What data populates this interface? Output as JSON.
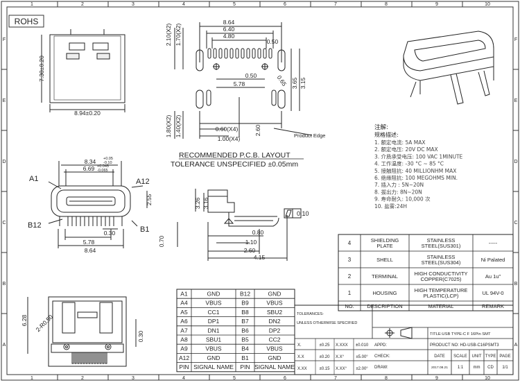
{
  "rohs_label": "ROHS",
  "zone_columns": [
    "1",
    "2",
    "3",
    "4",
    "5",
    "6",
    "7",
    "8",
    "9",
    "10"
  ],
  "zone_rows": [
    "A",
    "B",
    "C",
    "D",
    "E",
    "F"
  ],
  "dims": {
    "d_864": "8.64",
    "d_640": "6.40",
    "d_480": "4.80",
    "d_050a": "0.50",
    "d_050b": "0.50",
    "d_578a": "5.78",
    "d_210": "2.10(X2)",
    "d_170": "1.70(X2)",
    "d_065": "0.65",
    "d_365": "3.65",
    "d_315": "3.15",
    "d_180": "1.80(X2)",
    "d_140": "1.40(X2)",
    "d_060": "0.60(X4)",
    "d_100": "1.00(X4)",
    "d_260a": "2.60",
    "d_730": "7.30±0.20",
    "d_894": "8.94±0.20",
    "d_834": "8.34",
    "d_834_tol_up": "+0.05",
    "d_834_tol_dn": "-0.10",
    "d_669": "6.69",
    "d_669_tol_up": "+0.045",
    "d_669_tol_dn": "-0.065",
    "d_255": "2.55",
    "d_030a": "0.30",
    "d_578b": "5.78",
    "d_864b": "8.64",
    "d_326": "3.26",
    "d_316": "3.16",
    "d_080": "0.80",
    "d_110": "1.10",
    "d_260b": "2.60",
    "d_415": "4.15",
    "d_070": "0.70",
    "d_628": "6.28",
    "d_2R050": "2-R0.50",
    "d_030b": "0.30"
  },
  "pin_labels": {
    "a1": "A1",
    "a12": "A12",
    "b12": "B12",
    "b1": "B1"
  },
  "product_edge": "Product Edge",
  "pcb_layout_title": "RECOMMENDED  P.C.B. LAYOUT",
  "tolerance_note": "TOLERANCE  UNSPECIFIED  ±0.05mm",
  "flatness_value": "0.10",
  "notes": {
    "title": "注解:",
    "subtitle": "规格描述:",
    "items": [
      "1.  额定电流: 5A  MAX",
      "2.  额定电压: 20V  DC  MAX",
      "3.  介质承受电压: 100  VAC  1MINUTE",
      "4.  工作温度: -30 °C  ~  85 °C",
      "5.  接触阻抗: 40  MILLIONHM  MAX",
      "6.  绝缘阻抗: 100  MEGOHMS  MIN.",
      "7.  插入力 : 5N~20N",
      "8.  拔出力: 8N~20N",
      "9.  寿命耐久:  10,000  次",
      "10.  盐雾:24H"
    ]
  },
  "bom": {
    "rows": [
      {
        "no": "4",
        "desc": "SHIELDING\nPLATE",
        "material": "STAINLESS\nSTEEL(SUS301)",
        "remark": "-----"
      },
      {
        "no": "3",
        "desc": "SHELL",
        "material": "STAINLESS\nSTEEL(SUS304)",
        "remark": "Ni Palated"
      },
      {
        "no": "2",
        "desc": "TERMINAL",
        "material": "HIGH  CONDUCTIVITY\nCOPPER(C7025)",
        "remark": "Au  1u\""
      },
      {
        "no": "1",
        "desc": "HOUSING",
        "material": "HIGH  TEMPERATURE\nPLASTIC(LCP)",
        "remark": "UL  94V-0"
      }
    ],
    "header": {
      "no": "NO.",
      "desc": "DESCRIPTION",
      "material": "MATERIAL",
      "remark": "REMARK"
    }
  },
  "pins": {
    "rows": [
      [
        "A1",
        "GND",
        "B12",
        "GND"
      ],
      [
        "A4",
        "VBUS",
        "B9",
        "VBUS"
      ],
      [
        "A5",
        "CC1",
        "B8",
        "SBU2"
      ],
      [
        "A6",
        "DP1",
        "B7",
        "DN2"
      ],
      [
        "A7",
        "DN1",
        "B6",
        "DP2"
      ],
      [
        "A8",
        "SBU1",
        "B5",
        "CC2"
      ],
      [
        "A9",
        "VBUS",
        "B4",
        "VBUS"
      ],
      [
        "A12",
        "GND",
        "B1",
        "GND"
      ]
    ],
    "header": [
      "PIN",
      "SIGNAL NAME",
      "PIN",
      "SIGNAL NAME"
    ]
  },
  "title_block": {
    "tolerances": "TOLERANCES-",
    "unless": "UNLESS OTHERWISE SPECIFIED",
    "title": "TITLE:USB TYPE-C F 16Pin SMT",
    "product_no": "PRODUCT NO:  HD-USB-C16PSMT3",
    "tol_rows": [
      [
        "X.",
        "±0.25",
        "X.XXX",
        "±0.010"
      ],
      [
        "X.X",
        "±0.20",
        "X.X°",
        "±5.00°"
      ],
      [
        "X.XX",
        "±0.15",
        "X.XX°",
        "±2.00°"
      ]
    ],
    "appd": "APPD:",
    "check": "CHECK:",
    "draw": "DRAW:",
    "cols": [
      "DATE",
      "SCALE",
      "UNIT",
      "TYPE",
      "PAGE"
    ],
    "vals": [
      "2017.08.21",
      "1:1",
      "mm",
      "CD",
      "1/1"
    ]
  }
}
